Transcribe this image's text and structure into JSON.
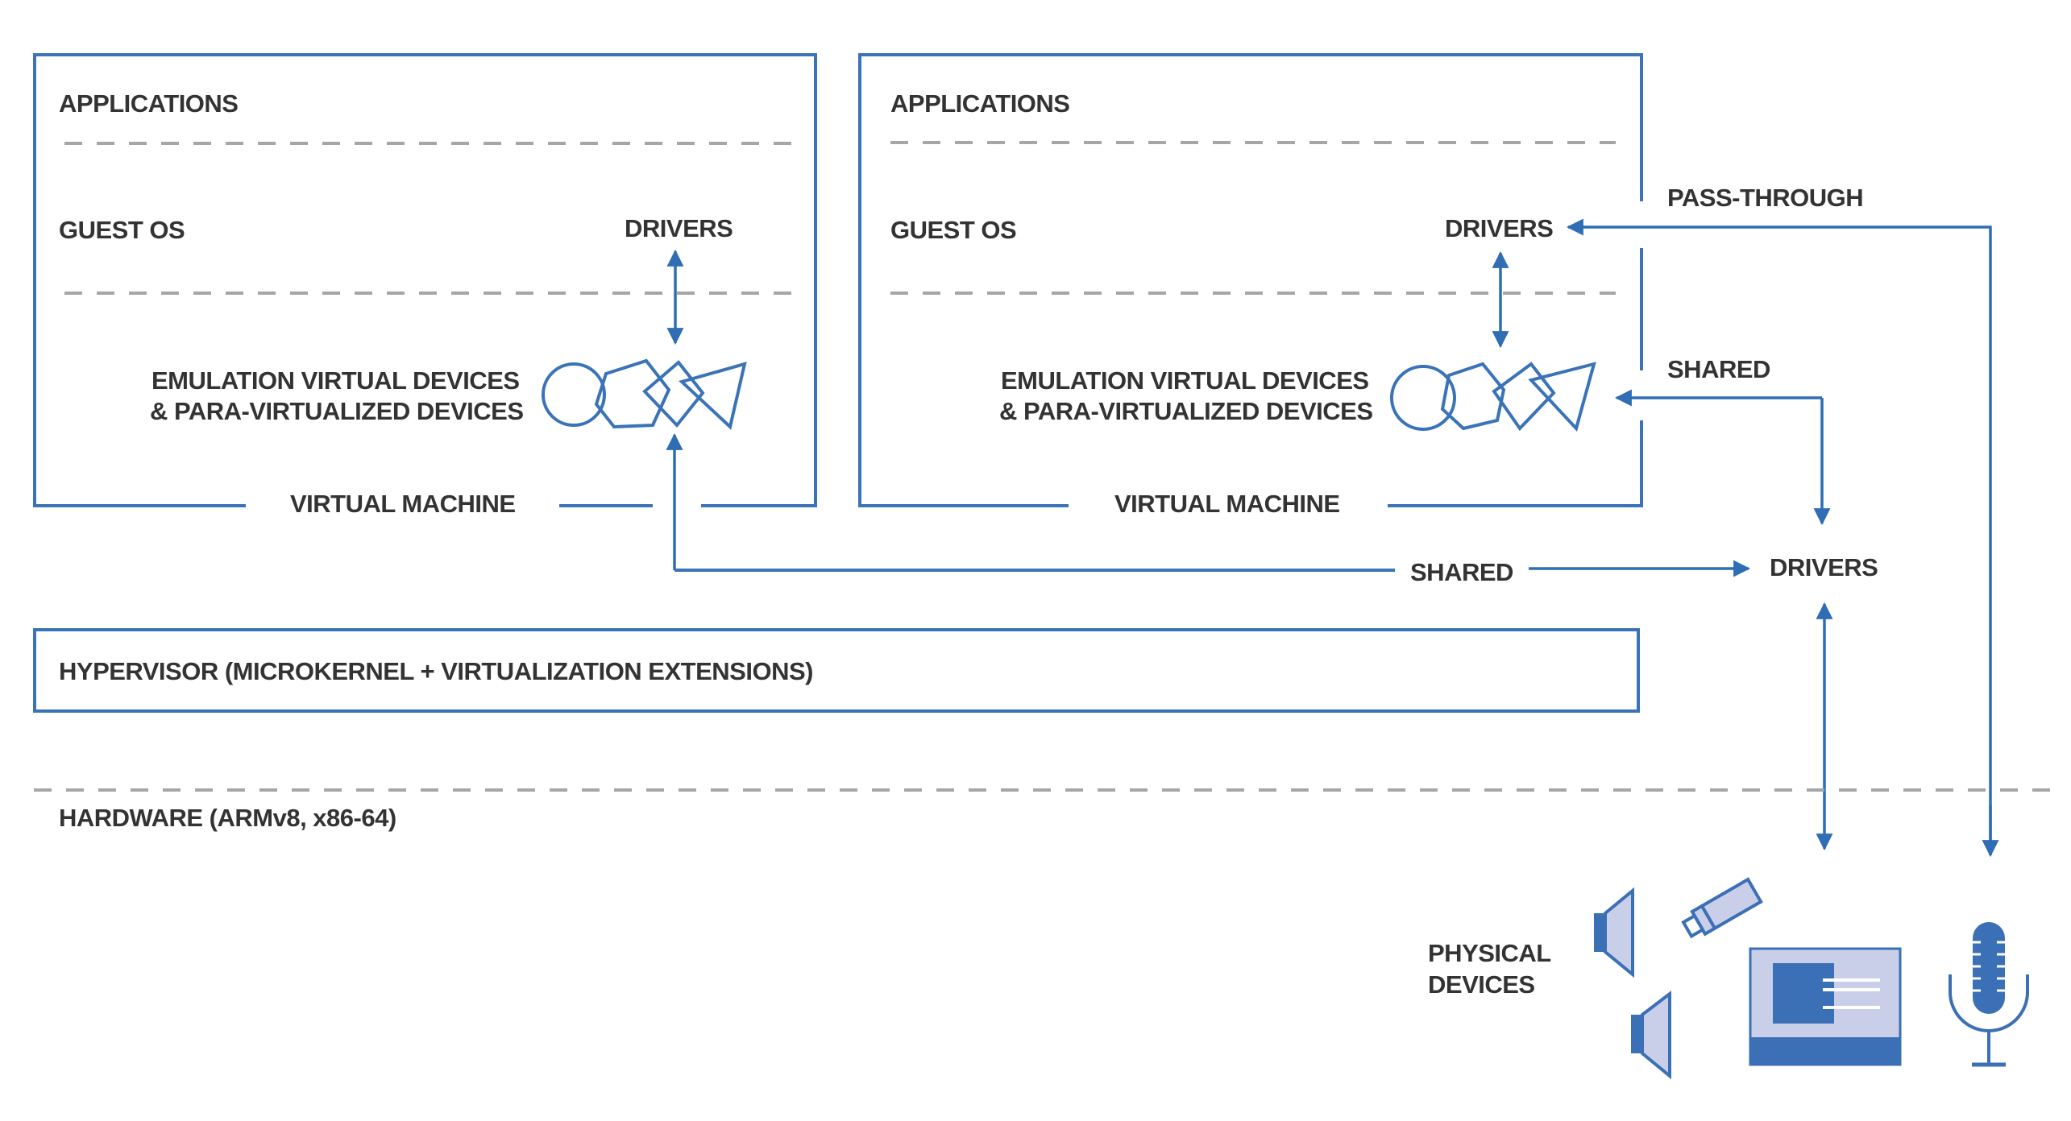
{
  "diagram": {
    "colors": {
      "line": "#3a73b8",
      "arrow": "#2f6db5",
      "dash": "#a6a6a6",
      "text": "#333333",
      "device_dark": "#3b6fb6",
      "device_light": "#c9cfe8",
      "background": "#ffffff"
    },
    "vm_left": {
      "applications": "APPLICATIONS",
      "guest_os": "GUEST OS",
      "drivers": "DRIVERS",
      "emulation_line1": "EMULATION VIRTUAL DEVICES",
      "emulation_line2": "& PARA-VIRTUALIZED DEVICES",
      "label": "VIRTUAL MACHINE",
      "device_icons": [
        "circle-icon",
        "pentagon-icon",
        "square-icon",
        "triangle-icon"
      ]
    },
    "vm_right": {
      "applications": "APPLICATIONS",
      "guest_os": "GUEST OS",
      "drivers": "DRIVERS",
      "emulation_line1": "EMULATION VIRTUAL DEVICES",
      "emulation_line2": "& PARA-VIRTUALIZED DEVICES",
      "label": "VIRTUAL MACHINE",
      "device_icons": [
        "circle-icon",
        "pentagon-icon",
        "square-icon",
        "triangle-icon"
      ]
    },
    "connections": {
      "pass_through": "PASS-THROUGH",
      "shared_right_vm": "SHARED",
      "shared_left_vm": "SHARED",
      "host_drivers": "DRIVERS"
    },
    "hypervisor": {
      "label": "HYPERVISOR (MICROKERNEL + VIRTUALIZATION EXTENSIONS)"
    },
    "hardware": {
      "label": "HARDWARE (ARMv8, x86-64)"
    },
    "physical_devices": {
      "line1": "PHYSICAL",
      "line2": "DEVICES",
      "icons": [
        "speaker-icon",
        "usb-drive-icon",
        "speaker-icon",
        "display-icon",
        "microphone-icon"
      ]
    }
  }
}
